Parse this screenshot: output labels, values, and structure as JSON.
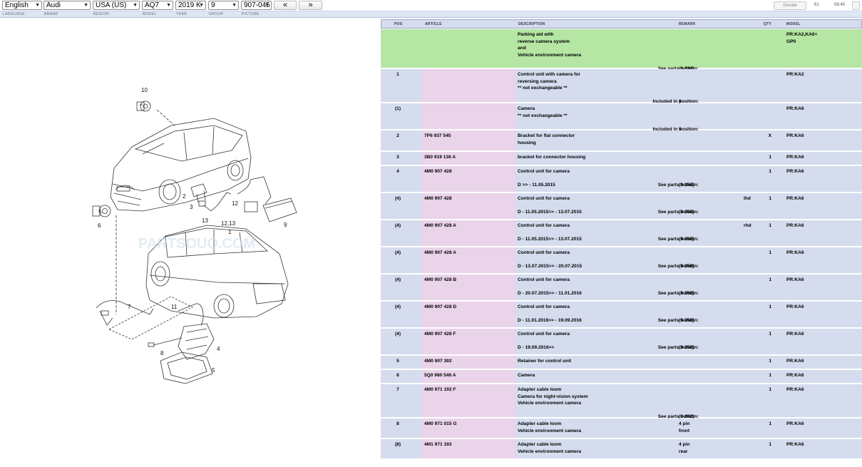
{
  "selectors": {
    "language": "English",
    "brand": "Audi",
    "region": "USA (US)",
    "model": "AQ7",
    "year": "2019  K",
    "group": "9",
    "picture": "907-045"
  },
  "nav": {
    "prev": "«",
    "next": "»"
  },
  "top_right": {
    "donate": "Donate",
    "counter": "81",
    "time": "08:45"
  },
  "labels": [
    "LANGUAGE",
    "BRAND",
    "REGION",
    "MODEL",
    "YEAR",
    "GROUP",
    "PICTURE"
  ],
  "table_header": {
    "pos": "POS",
    "article": "ARTICLE",
    "description": "DESCRIPTION",
    "remark": "REMARK",
    "qty": "QTY",
    "model": "MODEL"
  },
  "diagram": {
    "watermark": "PARTSOUQ.COM",
    "callouts": [
      "10",
      "2",
      "3",
      "12",
      "13",
      "12,13",
      "1",
      "9",
      "6",
      "7",
      "11",
      "8",
      "4",
      "5"
    ]
  },
  "rows": [
    {
      "pos": "",
      "article": "",
      "desc": [
        "Parking aid with",
        "reverse camera system",
        "and",
        "Vehicle environment camera"
      ],
      "bulletin": "See parts bulletin:",
      "bulletin_val": "(0-223)",
      "bulletin_line": 5,
      "remark": [],
      "qty": "",
      "model": [
        "PR:KA2,KA6+",
        "GP0"
      ],
      "green": true
    },
    {
      "pos": "1",
      "article": "",
      "desc": [
        "Control unit with camera for",
        "reversing camera",
        "** not exchangeable **"
      ],
      "bulletin": "Included in position:",
      "bulletin_val": "9",
      "bulletin_line": 4,
      "remark": [],
      "qty": "",
      "model": [
        "PR:KA2"
      ]
    },
    {
      "pos": "(1)",
      "article": "",
      "desc": [
        "Camera",
        "** not exchangeable **"
      ],
      "bulletin": "Included in position:",
      "bulletin_val": "9",
      "bulletin_line": 3,
      "remark": [],
      "qty": "",
      "model": [
        "PR:KA6"
      ]
    },
    {
      "pos": "2",
      "article": "7P6 937 545",
      "desc": [
        "Bracket for flat connector",
        "housing"
      ],
      "bulletin": "",
      "bulletin_val": "",
      "bulletin_line": 0,
      "remark": [],
      "qty": "X",
      "model": [
        "PR:KA6"
      ]
    },
    {
      "pos": "3",
      "article": "3B0 919 136 A",
      "desc": [
        "bracket for connector housing"
      ],
      "bulletin": "",
      "bulletin_val": "",
      "bulletin_line": 0,
      "remark": [],
      "qty": "1",
      "model": [
        "PR:KA6"
      ]
    },
    {
      "pos": "4",
      "article": "4M0 907 428",
      "desc": [
        "Control unit for camera",
        "",
        "D            >> - 11.05.2015"
      ],
      "bulletin": "See parts bulletin:",
      "bulletin_val": "(9-155)",
      "bulletin_line": 2,
      "remark": [],
      "qty": "1",
      "model": [
        "PR:KA6"
      ]
    },
    {
      "pos": "(4)",
      "article": "4M0 907 428",
      "desc": [
        "Control unit for camera",
        "",
        "D - 11.05.2015>> - 13.07.2015"
      ],
      "bulletin": "See parts bulletin:",
      "bulletin_val": "(9-155)",
      "bulletin_line": 2,
      "remark": [],
      "rem_side": "lhd",
      "qty": "1",
      "model": [
        "PR:KA6"
      ]
    },
    {
      "pos": "(4)",
      "article": "4M0 907 428 A",
      "desc": [
        "Control unit for camera",
        "",
        "D - 11.05.2015>> - 13.07.2015"
      ],
      "bulletin": "See parts bulletin:",
      "bulletin_val": "(9-155)",
      "bulletin_line": 2,
      "remark": [],
      "rem_side": "rhd",
      "qty": "1",
      "model": [
        "PR:KA6"
      ]
    },
    {
      "pos": "(4)",
      "article": "4M0 907 428 A",
      "desc": [
        "Control unit for camera",
        "",
        "D - 13.07.2015>> - 20.07.2015"
      ],
      "bulletin": "See parts bulletin:",
      "bulletin_val": "(9-155)",
      "bulletin_line": 2,
      "remark": [],
      "qty": "1",
      "model": [
        "PR:KA6"
      ]
    },
    {
      "pos": "(4)",
      "article": "4M0 907 428 B",
      "desc": [
        "Control unit for camera",
        "",
        "D - 20.07.2015>> - 11.01.2016"
      ],
      "bulletin": "See parts bulletin:",
      "bulletin_val": "(9-155)",
      "bulletin_line": 2,
      "remark": [],
      "qty": "1",
      "model": [
        "PR:KA6"
      ]
    },
    {
      "pos": "(4)",
      "article": "4M0 907 428 D",
      "desc": [
        "Control unit for camera",
        "",
        "D - 11.01.2016>> - 19.09.2016"
      ],
      "bulletin": "See parts bulletin:",
      "bulletin_val": "(9-155)",
      "bulletin_line": 2,
      "remark": [],
      "qty": "1",
      "model": [
        "PR:KA6"
      ]
    },
    {
      "pos": "(4)",
      "article": "4M0 907 428 F",
      "desc": [
        "Control unit for camera",
        "",
        "D - 19.09.2016>>"
      ],
      "bulletin": "See parts bulletin:",
      "bulletin_val": "(9-155)",
      "bulletin_line": 2,
      "remark": [],
      "qty": "1",
      "model": [
        "PR:KA6"
      ]
    },
    {
      "pos": "5",
      "article": "4M0 907 392",
      "desc": [
        "Retainer for control unit"
      ],
      "bulletin": "",
      "bulletin_val": "",
      "bulletin_line": 0,
      "remark": [],
      "qty": "1",
      "model": [
        "PR:KA6"
      ]
    },
    {
      "pos": "6",
      "article": "5Q0 980 546 A",
      "desc": [
        "Camera"
      ],
      "bulletin": "",
      "bulletin_val": "",
      "bulletin_line": 0,
      "remark": [],
      "qty": "1",
      "model": [
        "PR:KA6"
      ]
    },
    {
      "pos": "7",
      "article": "4M0 971 192 F",
      "desc": [
        "Adapter cable loom",
        "Camera for night-vision system",
        "Vehicle environment camera"
      ],
      "bulletin": "See parts bulletin:",
      "bulletin_val": "(0-202)",
      "bulletin_line": 4,
      "remark": [],
      "qty": "1",
      "model": [
        "PR:KA6"
      ]
    },
    {
      "pos": "8",
      "article": "4M0 971 015 G",
      "desc": [
        "Adapter cable loom",
        "Vehicle environment camera"
      ],
      "bulletin": "",
      "bulletin_val": "",
      "bulletin_line": 0,
      "remark": [
        "4 pin",
        "front"
      ],
      "qty": "1",
      "model": [
        "PR:KA6"
      ]
    },
    {
      "pos": "(8)",
      "article": "4M1 971 192",
      "desc": [
        "Adapter cable loom",
        "Vehicle environment camera"
      ],
      "bulletin": "",
      "bulletin_val": "",
      "bulletin_line": 0,
      "remark": [
        "4 pin",
        "rear"
      ],
      "qty": "1",
      "model": [
        "PR:KA6"
      ]
    }
  ]
}
